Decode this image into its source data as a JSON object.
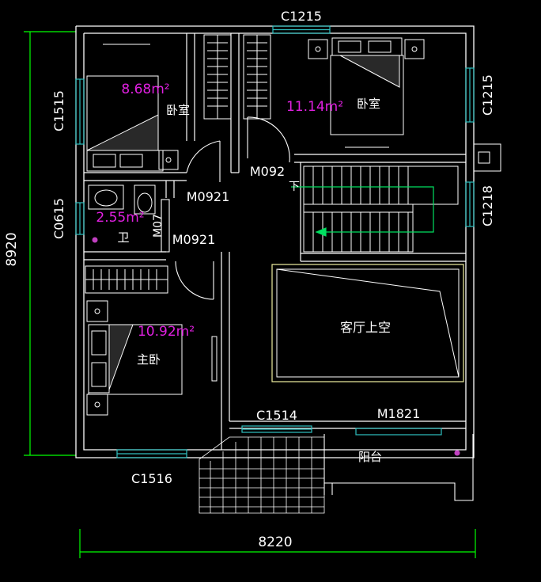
{
  "dimensions": {
    "height": "8920",
    "width": "8220"
  },
  "windows": {
    "top": "C1215",
    "right_top": "C1215",
    "left_top": "C1515",
    "left_mid": "C0615",
    "right_mid": "C1218",
    "bottom_left": "C1516",
    "bottom_mid": "C1514"
  },
  "doors": {
    "bedroom_left": "M0921",
    "bedroom_right": "M092",
    "bath_right": "M0921",
    "bath_side": "M07",
    "balcony": "M1821",
    "stair_mark": "下"
  },
  "rooms": {
    "bedroom_nw": {
      "area": "8.68m²",
      "name": "卧室"
    },
    "bedroom_ne": {
      "area": "11.14m²",
      "name": "卧室"
    },
    "bath": {
      "area": "2.55m²",
      "name": "卫"
    },
    "master": {
      "area": "10.92m²",
      "name": "主卧"
    },
    "void": {
      "name": "客厅上空"
    },
    "balcony": {
      "name": "阳台"
    }
  },
  "colors": {
    "wall": "#ffffff",
    "area_text": "#e020e0",
    "window": "#30c0c0",
    "dimension": "#00ff00",
    "stair_path": "#00e060",
    "void_border": "#f0f0a0"
  }
}
